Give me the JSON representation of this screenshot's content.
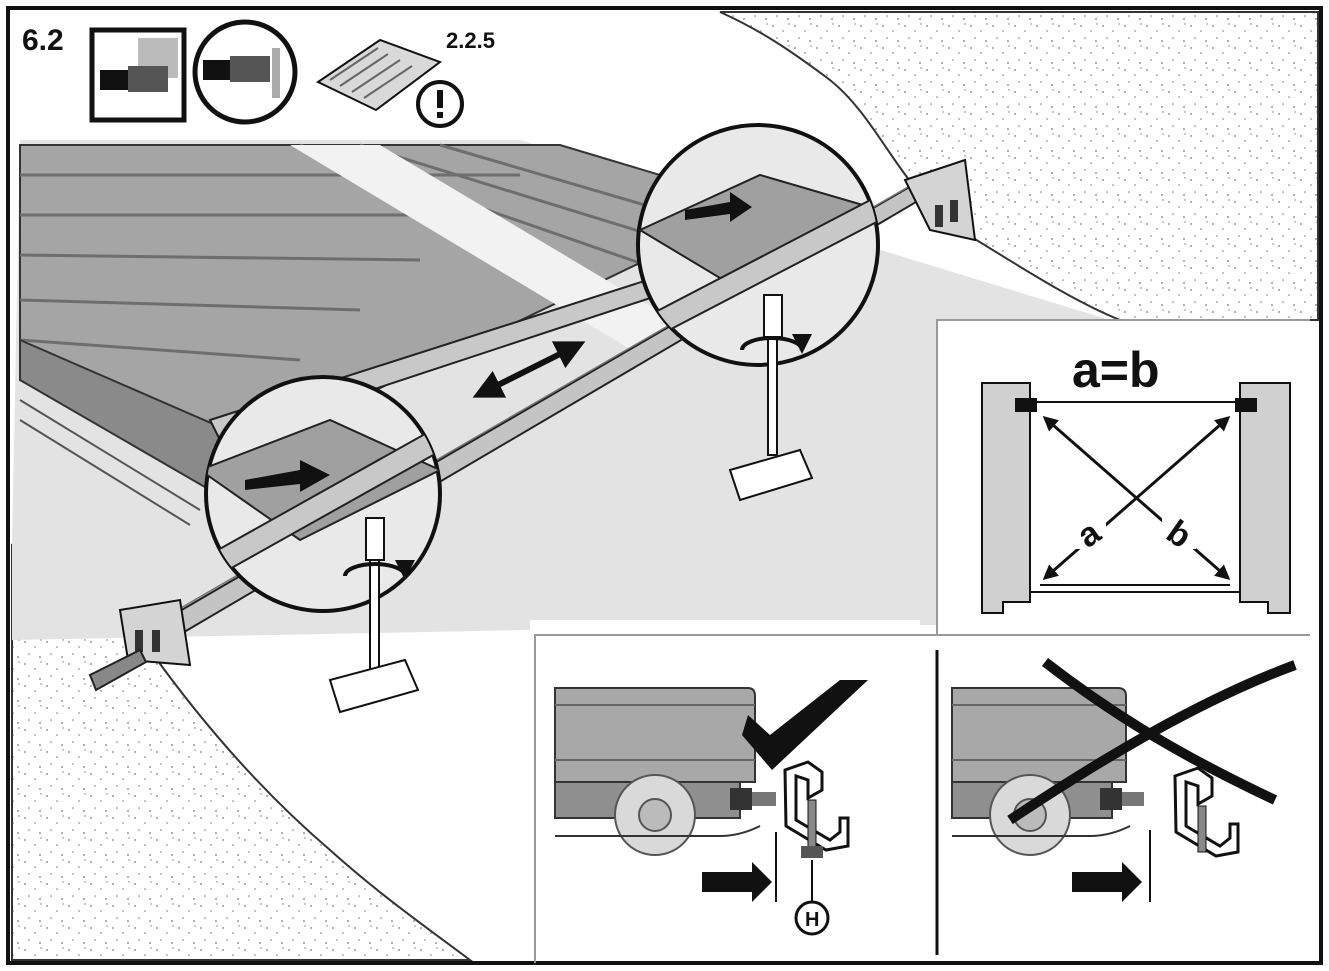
{
  "step": {
    "number": "6.2",
    "manual_reference": "2.2.5"
  },
  "diagonal_check": {
    "equation": "a=b",
    "label_a": "a",
    "label_b": "b"
  },
  "fastening_detail": {
    "part_label": "H"
  },
  "colors": {
    "ink": "#111111",
    "panel_gray": "#9a9a9a",
    "panel_dark": "#7d7d7d",
    "floor_gray": "#e3e3e3",
    "rail_gray": "#bdbdbd",
    "ground_dots": "#777777"
  }
}
